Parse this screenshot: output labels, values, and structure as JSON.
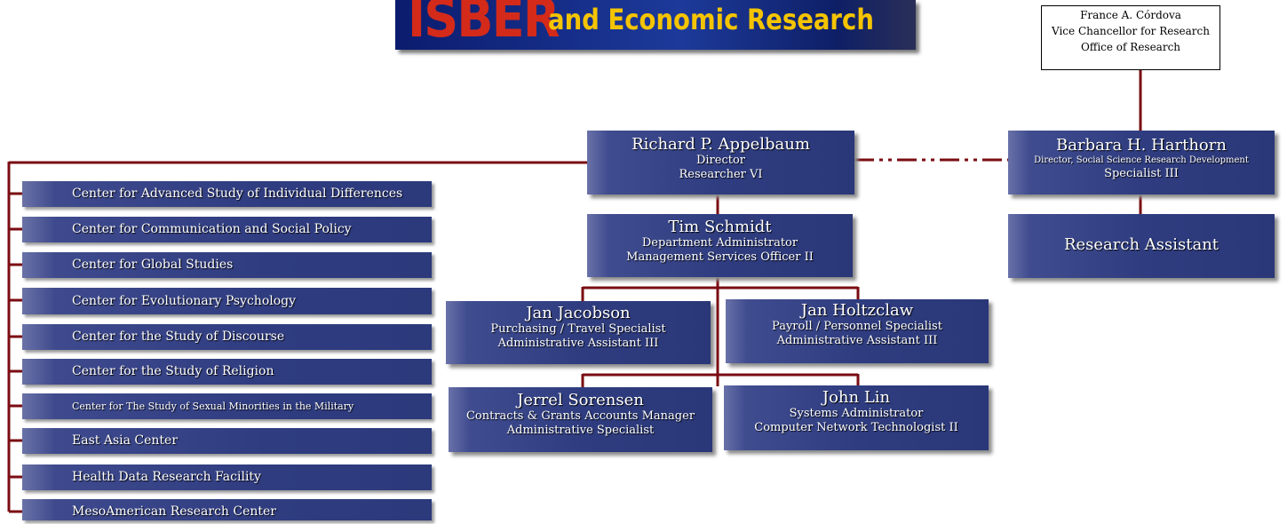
{
  "logo": {
    "letters": "ISBER",
    "tagline": "and Economic Research"
  },
  "vice_chancellor": {
    "name": "France A. Córdova",
    "title": "Vice Chancellor for Research",
    "office": "Office of Research"
  },
  "director": {
    "name": "Richard P. Appelbaum",
    "role": "Director",
    "title": "Researcher VI"
  },
  "harthorn": {
    "name": "Barbara H. Harthorn",
    "role": "Director, Social Science Research Development",
    "title": "Specialist III"
  },
  "research_assistant": {
    "label": "Research Assistant"
  },
  "schmidt": {
    "name": "Tim Schmidt",
    "role": "Department Administrator",
    "title": "Management Services Officer II"
  },
  "jacobson": {
    "name": "Jan Jacobson",
    "role": "Purchasing / Travel Specialist",
    "title": "Administrative Assistant III"
  },
  "holtzclaw": {
    "name": "Jan Holtzclaw",
    "role": "Payroll / Personnel Specialist",
    "title": "Administrative Assistant III"
  },
  "sorensen": {
    "name": "Jerrel Sorensen",
    "role": "Contracts & Grants Accounts Manager",
    "title": "Administrative Specialist"
  },
  "lin": {
    "name": "John Lin",
    "role": "Systems Administrator",
    "title": "Computer Network Technologist II"
  },
  "centers": [
    "Center for Advanced Study of Individual Differences",
    "Center for Communication and Social Policy",
    "Center for Global Studies",
    "Center for Evolutionary Psychology",
    "Center for the Study of Discourse",
    "Center for the Study of Religion",
    "Center for The Study of Sexual Minorities in the Military",
    "East Asia Center",
    "Health Data Research Facility",
    "MesoAmerican Research Center"
  ],
  "colors": {
    "line": "#7a0c12",
    "box": "#2f3d80",
    "logo_red": "#d42a1a",
    "logo_yellow": "#f5c400"
  }
}
